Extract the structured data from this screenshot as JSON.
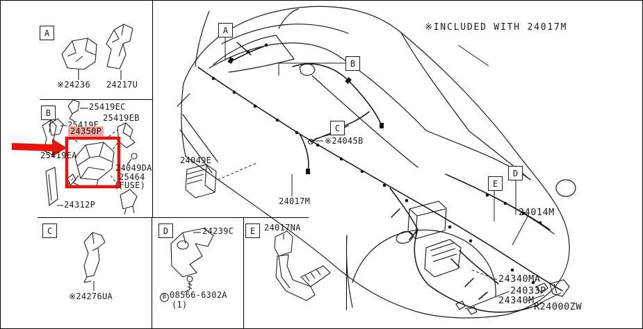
{
  "note": "※INCLUDED WITH 24017M",
  "callouts": {
    "a": "A",
    "b": "B",
    "c": "C",
    "d": "D",
    "e": "E"
  },
  "panels": {
    "a": {
      "parts": [
        "※24236",
        "24217U"
      ]
    },
    "b": {
      "parts": [
        "25419EC",
        "25419EB",
        "25419E",
        "24350P",
        "25419EA",
        "24049DA",
        "25464",
        "(FUSE)",
        "24312P"
      ],
      "highlighted_part": "24350P"
    },
    "c": {
      "parts": [
        "※24276UA"
      ]
    },
    "d": {
      "parts": [
        "24239C"
      ],
      "bolt": {
        "prefix": "B",
        "number": "08566-6302A",
        "qty": "(1)"
      }
    },
    "e": {
      "parts": [
        "24017NA"
      ]
    }
  },
  "diagram_labels": {
    "l24049e": "24049E",
    "l24045b": "※24045B",
    "l24017m": "24017M",
    "l24014m": "24014M",
    "l24340ma": "24340MA",
    "l24033p": "24033P",
    "l24340m": "24340M",
    "r24000zw": "R24000ZW"
  },
  "colors": {
    "accent_red": "#e8120c",
    "highlight_pink": "#f2a5a0",
    "line": "#1a1a1a"
  }
}
